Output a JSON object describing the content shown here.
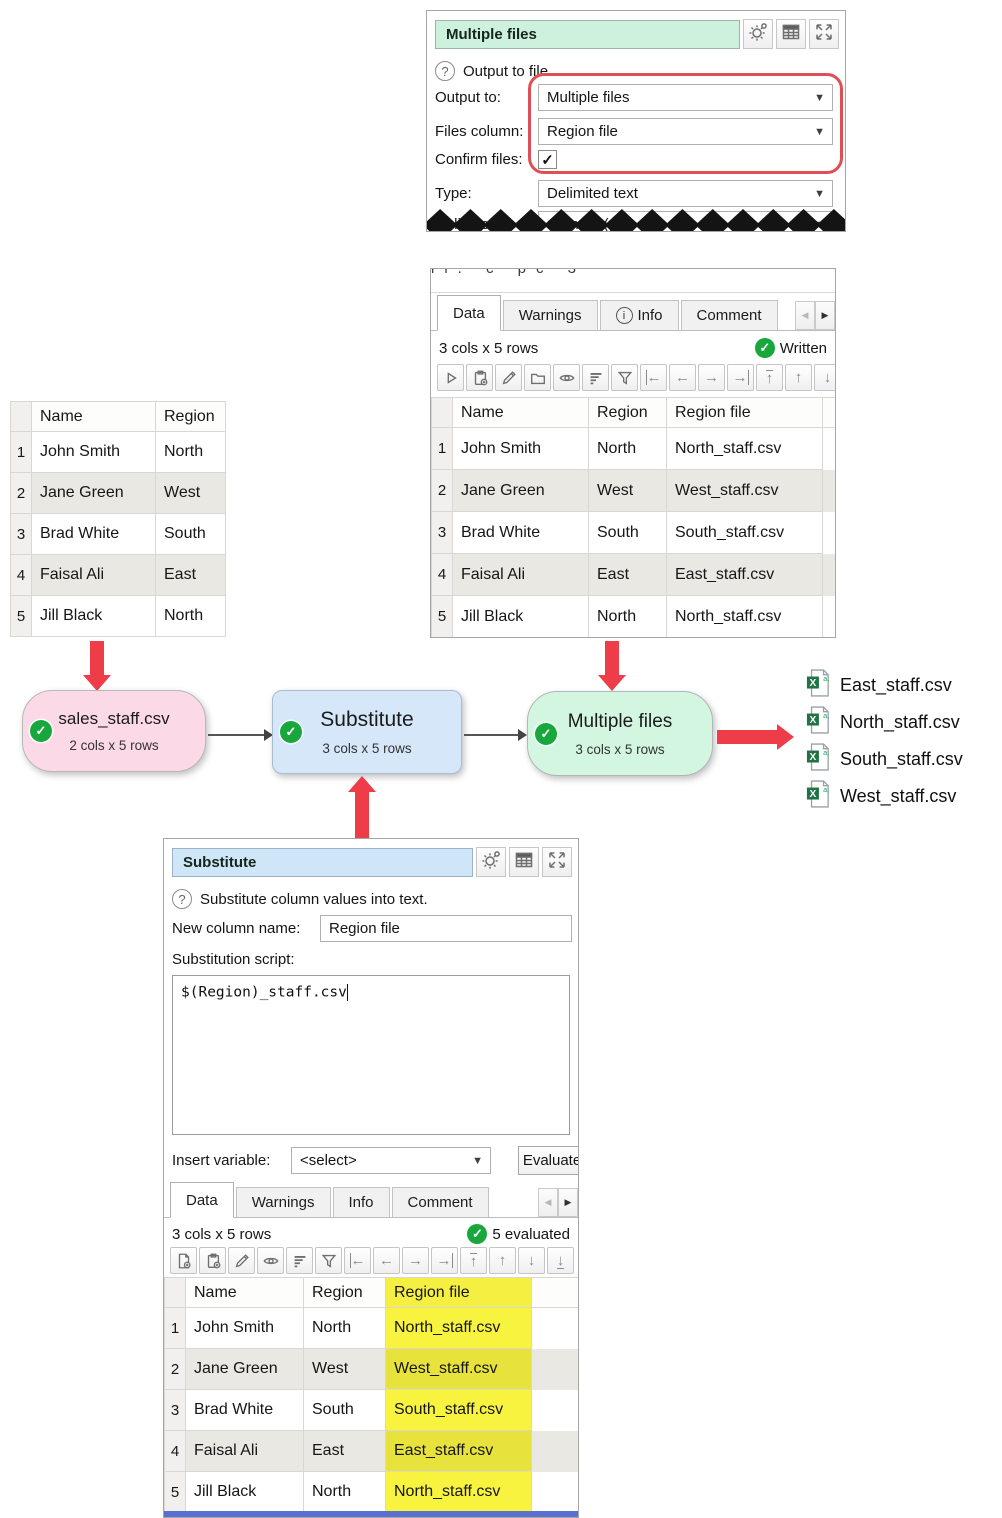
{
  "colors": {
    "accent_red": "#ee3d49",
    "node_pink": "#fbd9e6",
    "node_blue": "#d5e7f9",
    "node_green": "#d3f6e1",
    "highlight_yellow": "#f8f33e",
    "check_green": "#17a73c",
    "title_green": "#cdf1dc",
    "title_blue": "#cfe6f8"
  },
  "output_panel": {
    "title": "Multiple files",
    "header_icons": [
      "settings-icon",
      "table-icon",
      "expand-icon"
    ],
    "help_text": "Output to file.",
    "output_to": {
      "label": "Output to:",
      "value": "Multiple files"
    },
    "files_column": {
      "label": "Files column:",
      "value": "Region file"
    },
    "confirm_files": {
      "label": "Confirm files:",
      "checked": "✓"
    },
    "type": {
      "label": "Type:",
      "value": "Delimited text"
    },
    "delimiter": {
      "label": "Delimiter:",
      "value": "Comma (,)"
    }
  },
  "input_table": {
    "columns": [
      "Name",
      "Region"
    ],
    "rows": [
      {
        "n": "1",
        "name": "John Smith",
        "region": "North"
      },
      {
        "n": "2",
        "name": "Jane Green",
        "region": "West"
      },
      {
        "n": "3",
        "name": "Brad White",
        "region": "South"
      },
      {
        "n": "4",
        "name": "Faisal Ali",
        "region": "East"
      },
      {
        "n": "5",
        "name": "Jill Black",
        "region": "North"
      }
    ]
  },
  "written_panel": {
    "torn_text": "il.   c   pc   3",
    "tabs": [
      "Data",
      "Warnings",
      "Info",
      "Comment"
    ],
    "status": "3 cols x 5 rows",
    "written_label": "Written",
    "toolbar_icons": [
      "run-icon",
      "paste-icon",
      "edit-icon",
      "open-icon",
      "view-icon",
      "sort-icon",
      "filter-icon",
      "first-column-icon",
      "previous-column-icon",
      "next-column-icon",
      "last-column-icon",
      "first-row-icon",
      "previous-row-icon",
      "next-row-icon",
      "last-row-icon"
    ],
    "columns": [
      "Name",
      "Region",
      "Region file"
    ],
    "rows": [
      {
        "n": "1",
        "name": "John Smith",
        "region": "North",
        "file": "North_staff.csv"
      },
      {
        "n": "2",
        "name": "Jane Green",
        "region": "West",
        "file": "West_staff.csv"
      },
      {
        "n": "3",
        "name": "Brad White",
        "region": "South",
        "file": "South_staff.csv"
      },
      {
        "n": "4",
        "name": "Faisal Ali",
        "region": "East",
        "file": "East_staff.csv"
      },
      {
        "n": "5",
        "name": "Jill Black",
        "region": "North",
        "file": "North_staff.csv"
      }
    ]
  },
  "flow": {
    "nodes": [
      {
        "title": "sales_staff.csv",
        "subtitle": "2 cols x 5 rows"
      },
      {
        "title": "Substitute",
        "subtitle": "3 cols x 5 rows"
      },
      {
        "title": "Multiple files",
        "subtitle": "3 cols x 5 rows"
      }
    ],
    "files": [
      "East_staff.csv",
      "North_staff.csv",
      "South_staff.csv",
      "West_staff.csv"
    ]
  },
  "substitute_panel": {
    "title": "Substitute",
    "header_icons": [
      "settings-icon",
      "table-icon",
      "expand-icon"
    ],
    "help_text": "Substitute column values into text.",
    "new_column": {
      "label": "New column name:",
      "value": "Region file"
    },
    "script_label": "Substitution script:",
    "script_value": "$(Region)_staff.csv",
    "insert_variable": {
      "label": "Insert variable:",
      "value": "<select>"
    },
    "evaluate_label": "Evaluate",
    "tabs": [
      "Data",
      "Warnings",
      "Info",
      "Comment"
    ],
    "status": "3 cols x 5 rows",
    "evaluated_label": "5 evaluated",
    "toolbar_icons": [
      "new-file-icon",
      "paste-icon",
      "edit-icon",
      "view-icon",
      "sort-icon",
      "filter-icon",
      "first-column-icon",
      "previous-column-icon",
      "next-column-icon",
      "last-column-icon",
      "first-row-icon",
      "previous-row-icon",
      "next-row-icon",
      "last-row-icon"
    ],
    "columns": [
      "Name",
      "Region",
      "Region file"
    ],
    "rows": [
      {
        "n": "1",
        "name": "John Smith",
        "region": "North",
        "file": "North_staff.csv"
      },
      {
        "n": "2",
        "name": "Jane Green",
        "region": "West",
        "file": "West_staff.csv"
      },
      {
        "n": "3",
        "name": "Brad White",
        "region": "South",
        "file": "South_staff.csv"
      },
      {
        "n": "4",
        "name": "Faisal Ali",
        "region": "East",
        "file": "East_staff.csv"
      },
      {
        "n": "5",
        "name": "Jill Black",
        "region": "North",
        "file": "North_staff.csv"
      }
    ]
  }
}
